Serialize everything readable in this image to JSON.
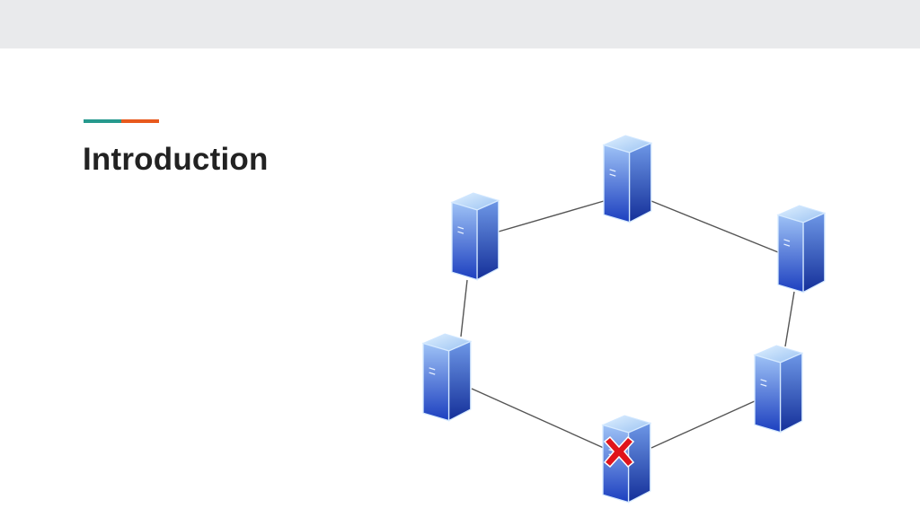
{
  "slide": {
    "title": "Introduction",
    "accent_colors": [
      "#26998d",
      "#e8591d"
    ]
  },
  "diagram": {
    "type": "ring-network",
    "nodes": [
      {
        "id": "server-top",
        "icon": "server-icon",
        "failed": false
      },
      {
        "id": "server-upper-left",
        "icon": "server-icon",
        "failed": false
      },
      {
        "id": "server-upper-right",
        "icon": "server-icon",
        "failed": false
      },
      {
        "id": "server-lower-left",
        "icon": "server-icon",
        "failed": false
      },
      {
        "id": "server-lower-right",
        "icon": "server-icon",
        "failed": false
      },
      {
        "id": "server-bottom",
        "icon": "server-icon",
        "failed": true,
        "status_icon": "red-x-icon"
      }
    ],
    "link_color": "#555555",
    "server_color_top": "#8fb8f4",
    "server_color_bottom": "#1c3fbf",
    "failure_color": "#e0141b"
  }
}
